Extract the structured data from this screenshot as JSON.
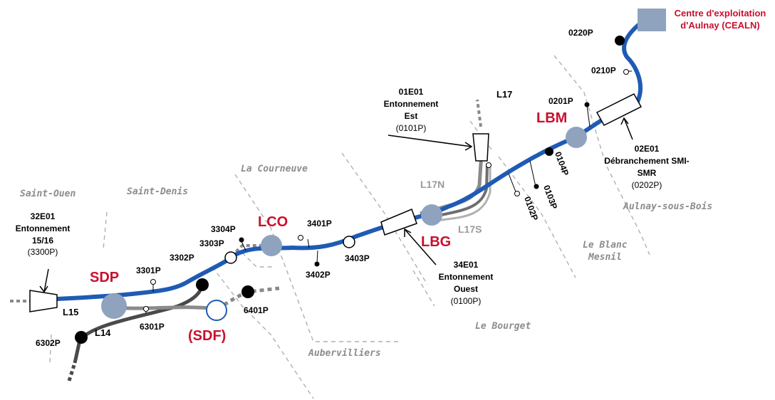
{
  "communes": {
    "saint_ouen": "Saint-Ouen",
    "saint_denis": "Saint-Denis",
    "la_courneuve": "La Courneuve",
    "aubervilliers": "Aubervilliers",
    "le_bourget": "Le Bourget",
    "le_blanc_mesnil_1": "Le Blanc",
    "le_blanc_mesnil_2": "Mesnil",
    "aulnay": "Aulnay-sous-Bois"
  },
  "sites": {
    "sdp": "SDP",
    "sdf": "(SDF)",
    "lco": "LCO",
    "lbg": "LBG",
    "lbm": "LBM"
  },
  "points": {
    "p3301": "3301P",
    "p3302": "3302P",
    "p3303": "3303P",
    "p3304": "3304P",
    "p3401": "3401P",
    "p3402": "3402P",
    "p3403": "3403P",
    "p6301": "6301P",
    "p6302": "6302P",
    "p6401": "6401P",
    "p0220": "0220P",
    "p0210": "0210P",
    "p0201": "0201P",
    "p0104": "0104P",
    "p0103": "0103P",
    "p0102": "0102P"
  },
  "lines": {
    "l15": "L15",
    "l14": "L14",
    "l17": "L17",
    "l17n": "L17N",
    "l17s": "L17S"
  },
  "annotations": {
    "e32": {
      "id": "32E01",
      "l1": "Entonnement",
      "l2": "15/16",
      "code": "(3300P)"
    },
    "e01": {
      "id": "01E01",
      "l1": "Entonnement",
      "l2": "Est",
      "code": "(0101P)"
    },
    "e34": {
      "id": "34E01",
      "l1": "Entonnement",
      "l2": "Ouest",
      "code": "(0100P)"
    },
    "e02": {
      "id": "02E01",
      "l1": "Débranchement SMI-",
      "l2": "SMR",
      "code": "(0202P)"
    }
  },
  "depot": {
    "l1": "Centre d'exploitation",
    "l2": "d'Aulnay (CEALN)"
  },
  "colors": {
    "main_line": "#1f5bb5",
    "site_node": "#8fa3bf",
    "site_label": "#c8102e",
    "branch_grey": "#8a8a8a",
    "branch_dark": "#4a4a4a",
    "boundary": "#b0b0b0"
  }
}
